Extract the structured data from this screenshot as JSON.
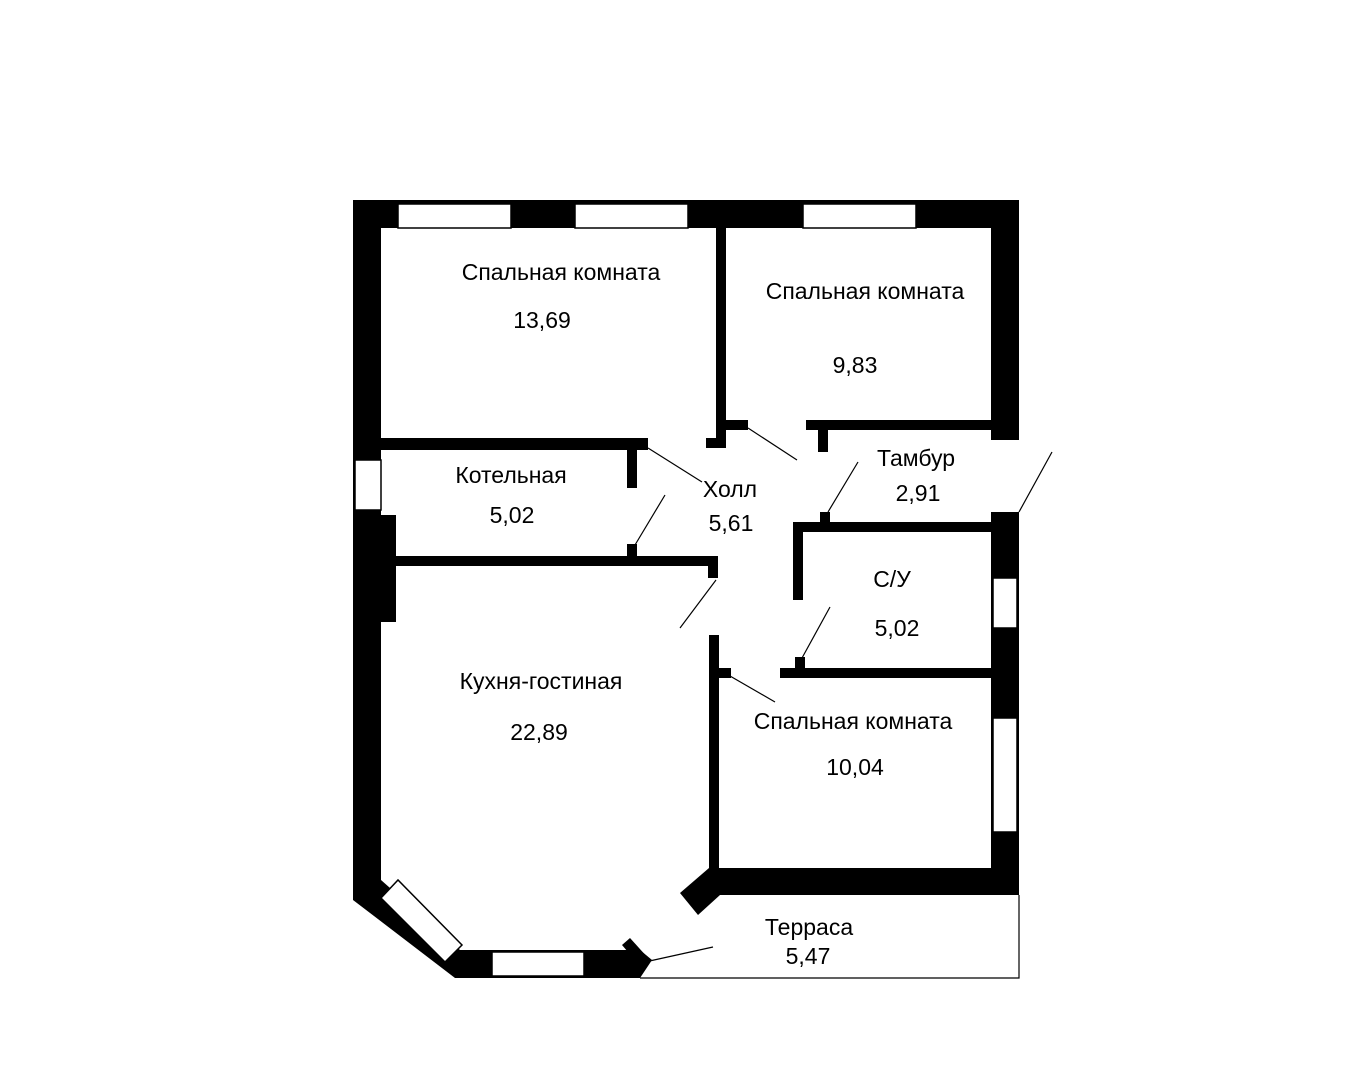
{
  "plan": {
    "rooms": [
      {
        "name": "Спальная комната",
        "area": "13,69"
      },
      {
        "name": "Спальная комната",
        "area": "9,83"
      },
      {
        "name": "Котельная",
        "area": "5,02"
      },
      {
        "name": "Холл",
        "area": "5,61"
      },
      {
        "name": "Тамбур",
        "area": "2,91"
      },
      {
        "name": "С/У",
        "area": "5,02"
      },
      {
        "name": "Кухня-гостиная",
        "area": "22,89"
      },
      {
        "name": "Спальная комната",
        "area": "10,04"
      },
      {
        "name": "Терраса",
        "area": "5,47"
      }
    ],
    "colors": {
      "wall": "#000000",
      "background": "#ffffff"
    }
  }
}
